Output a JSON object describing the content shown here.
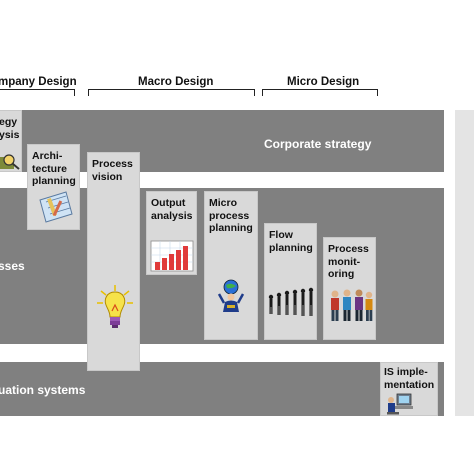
{
  "phases": {
    "company": "mpany Design",
    "macro": "Macro Design",
    "micro": "Micro Design"
  },
  "bands": {
    "corporate": "Corporate strategy",
    "processes": "sses",
    "situation": "uation systems"
  },
  "boxes": {
    "strategy": "egy\nysis",
    "architecture": "Archi-\ntecture\nplanning",
    "process_vision": "Process\nvision",
    "output_analysis": "Output\nanalysis",
    "micro_process": "Micro\nprocess\nplanning",
    "flow_planning": "Flow\nplanning",
    "process_monitoring": "Process\nmonit-\noring",
    "is_implementation": "IS imple-\nmentation"
  },
  "icons": {
    "strategy": "magnifier-icon",
    "architecture": "blueprint-icon",
    "process_vision": "light-bulb-icon",
    "output_analysis": "bar-chart-icon",
    "micro_process": "person-globe-icon",
    "flow_planning": "evolution-figures-icon",
    "process_monitoring": "workers-icon",
    "is_implementation": "computer-user-icon"
  },
  "colors": {
    "band": "#808080",
    "box": "#d9d9d9"
  }
}
